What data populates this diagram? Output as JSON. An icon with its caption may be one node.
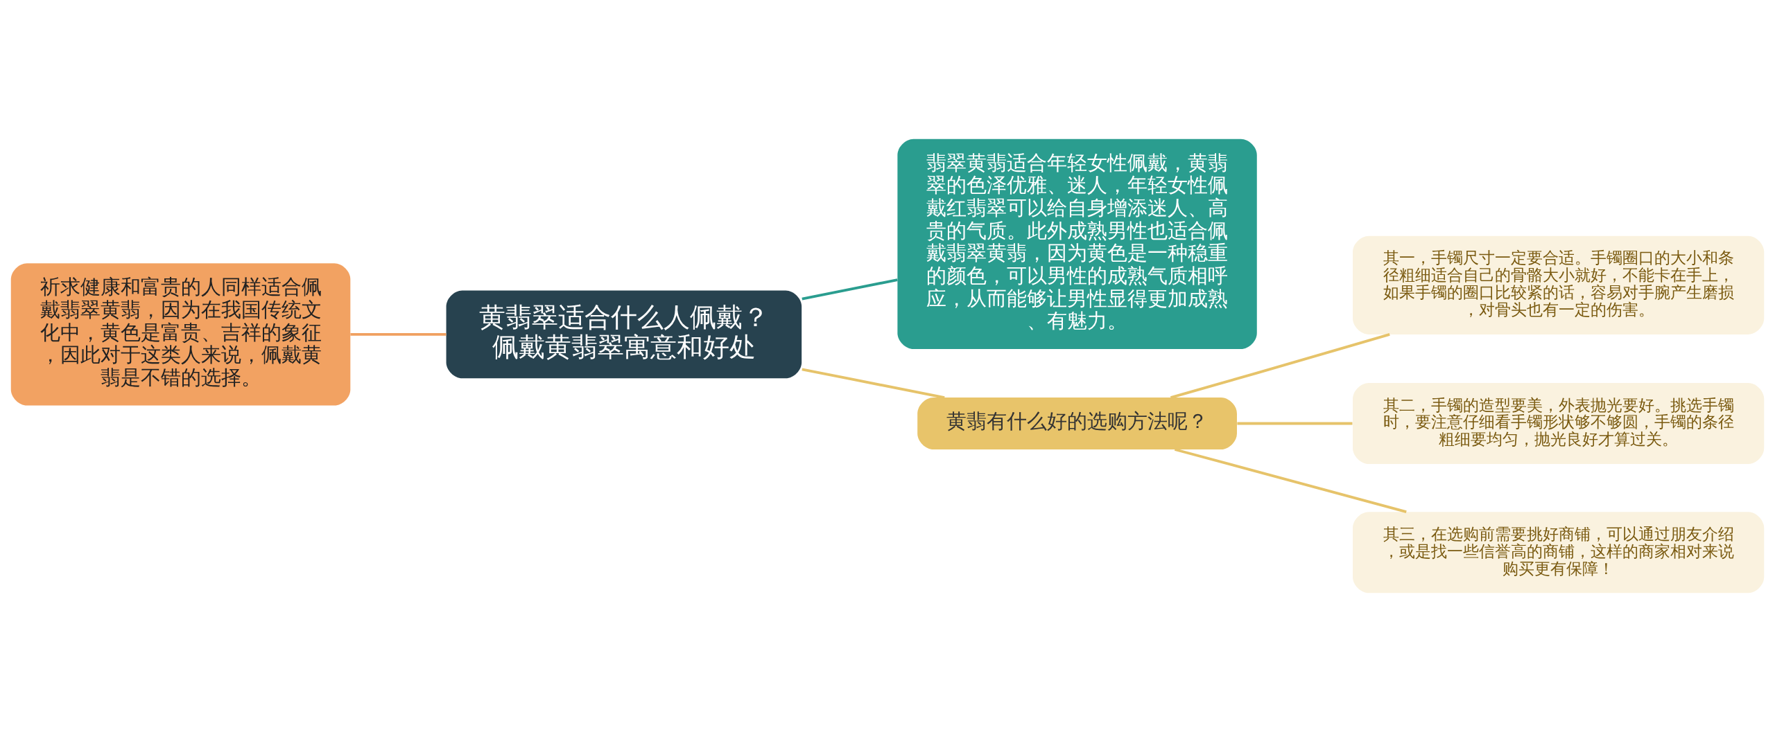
{
  "diagram": {
    "nodes": [
      {
        "text": [
          "黄翡翠适合什么人佩戴？佩戴黄翡翠寓意和好处"
        ]
      },
      {
        "text": [
          "祈求健康和富贵的人同样适合佩戴翡翠黄翡，因为在我国传统文化中，黄色是富贵、吉祥的象征，因此对于这类人来说，佩戴黄翡是不错的选择。"
        ]
      },
      {
        "text": [
          "翡翠黄翡适合年轻女性佩戴，黄翡翠的色泽优雅、迷人，年轻女性佩戴红翡翠可以给自身增添迷人、高贵的气质。此外成熟男性也适合佩戴翡翠黄翡，因为黄色是一种稳重的颜色，可以男性的成熟气质相呼应，从而能够让男性显得更加成熟、有魅力。"
        ]
      },
      {
        "text": [
          "黄翡有什么好的选购方法呢？"
        ]
      },
      {
        "text": [
          "其一，手镯尺寸一定要合适。手镯圈口的大小和条径粗细适合自己的骨骼大小就好，不能卡在手上，如果手镯的圈口比较紧的话，容易对手腕产生磨损，对骨头也有一定的伤害。"
        ]
      },
      {
        "text": [
          "其二，手镯的造型要美，外表抛光要好。挑选手镯时，要注意仔细看手镯形状够不够圆，手镯的条径粗细要均匀，抛光良好才算过关。"
        ]
      },
      {
        "text": [
          "其三，在选购前需要挑好商铺，可以通过朋友介绍，或是找一些信誉高的商铺，这样的商家相对来说购买更有保障！"
        ]
      }
    ],
    "edges": [
      {
        "from": 0,
        "to": 1,
        "arrow": "none",
        "color": "#f0a060"
      },
      {
        "from": 0,
        "to": 2,
        "arrow": "none",
        "color": "#2a9d8f"
      },
      {
        "from": 0,
        "to": 3,
        "arrow": "none",
        "color": "#e6c36a"
      },
      {
        "from": 3,
        "to": 4,
        "arrow": "none",
        "color": "#e6c36a"
      },
      {
        "from": 3,
        "to": 5,
        "arrow": "none",
        "color": "#e6c36a"
      },
      {
        "from": 3,
        "to": 6,
        "arrow": "none",
        "color": "#e6c36a"
      }
    ]
  }
}
